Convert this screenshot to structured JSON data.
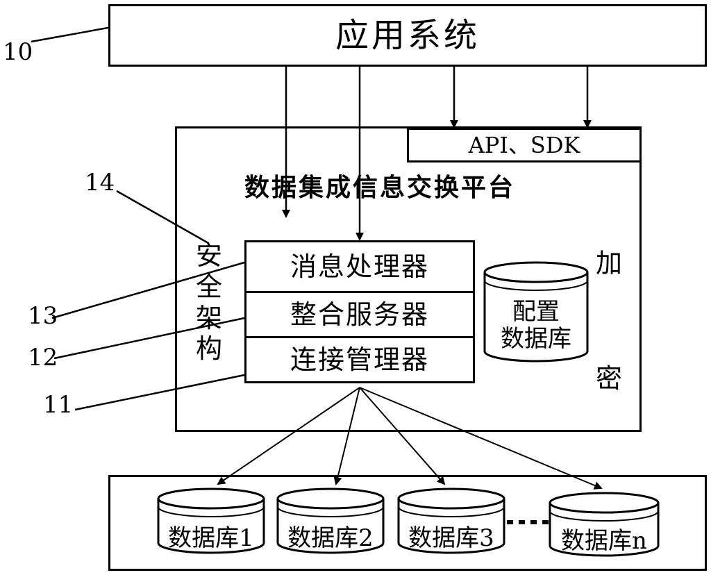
{
  "app_system": "应用系统",
  "api_sdk": "API、SDK",
  "platform_title": "数据集成信息交换平台",
  "security_arch": [
    "安",
    "全",
    "架",
    "构"
  ],
  "encryption": [
    "加",
    "密"
  ],
  "stack": {
    "message": "消息处理器",
    "integration": "整合服务器",
    "connection": "连接管理器"
  },
  "config_db": [
    "配置",
    "数据库"
  ],
  "databases": [
    "数据库1",
    "数据库2",
    "数据库3",
    "数据库n"
  ],
  "refs": {
    "r10": "10",
    "r14": "14",
    "r13": "13",
    "r12": "12",
    "r11": "11"
  }
}
